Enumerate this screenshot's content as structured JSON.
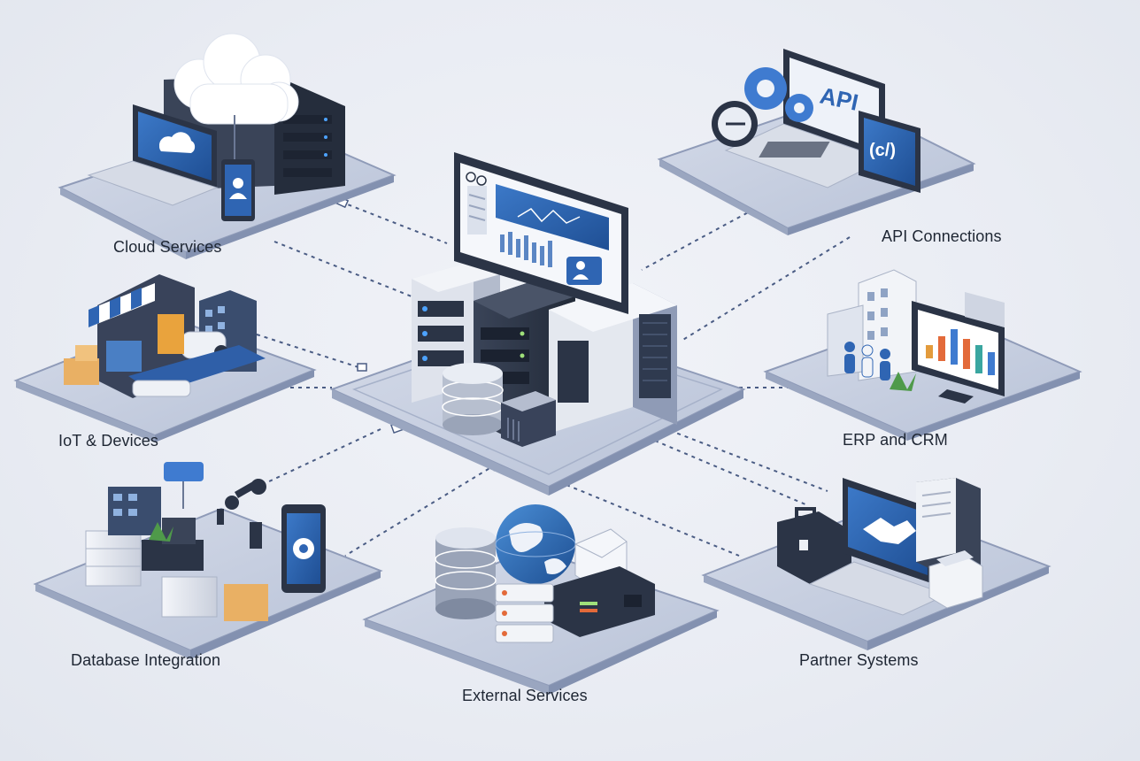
{
  "hub": {
    "screen_text": ""
  },
  "nodes": {
    "cloud_services": {
      "label": "Cloud Services"
    },
    "api_connections": {
      "label": "API Connections",
      "screen_text": "API",
      "tablet_text": "(c/)"
    },
    "iot_devices": {
      "label": "IoT & Devices"
    },
    "erp_crm": {
      "label": "ERP and CRM"
    },
    "database_integration": {
      "label": "Database Integration"
    },
    "external_services": {
      "label": "External Services"
    },
    "partner_systems": {
      "label": "Partner Systems"
    }
  },
  "colors": {
    "background": "#eceff5",
    "platform": "#c5cde0",
    "platform_edge": "#8f9bb8",
    "accent_blue": "#2f65b3",
    "dark_navy": "#2b3446",
    "connector": "#4a5c84"
  }
}
